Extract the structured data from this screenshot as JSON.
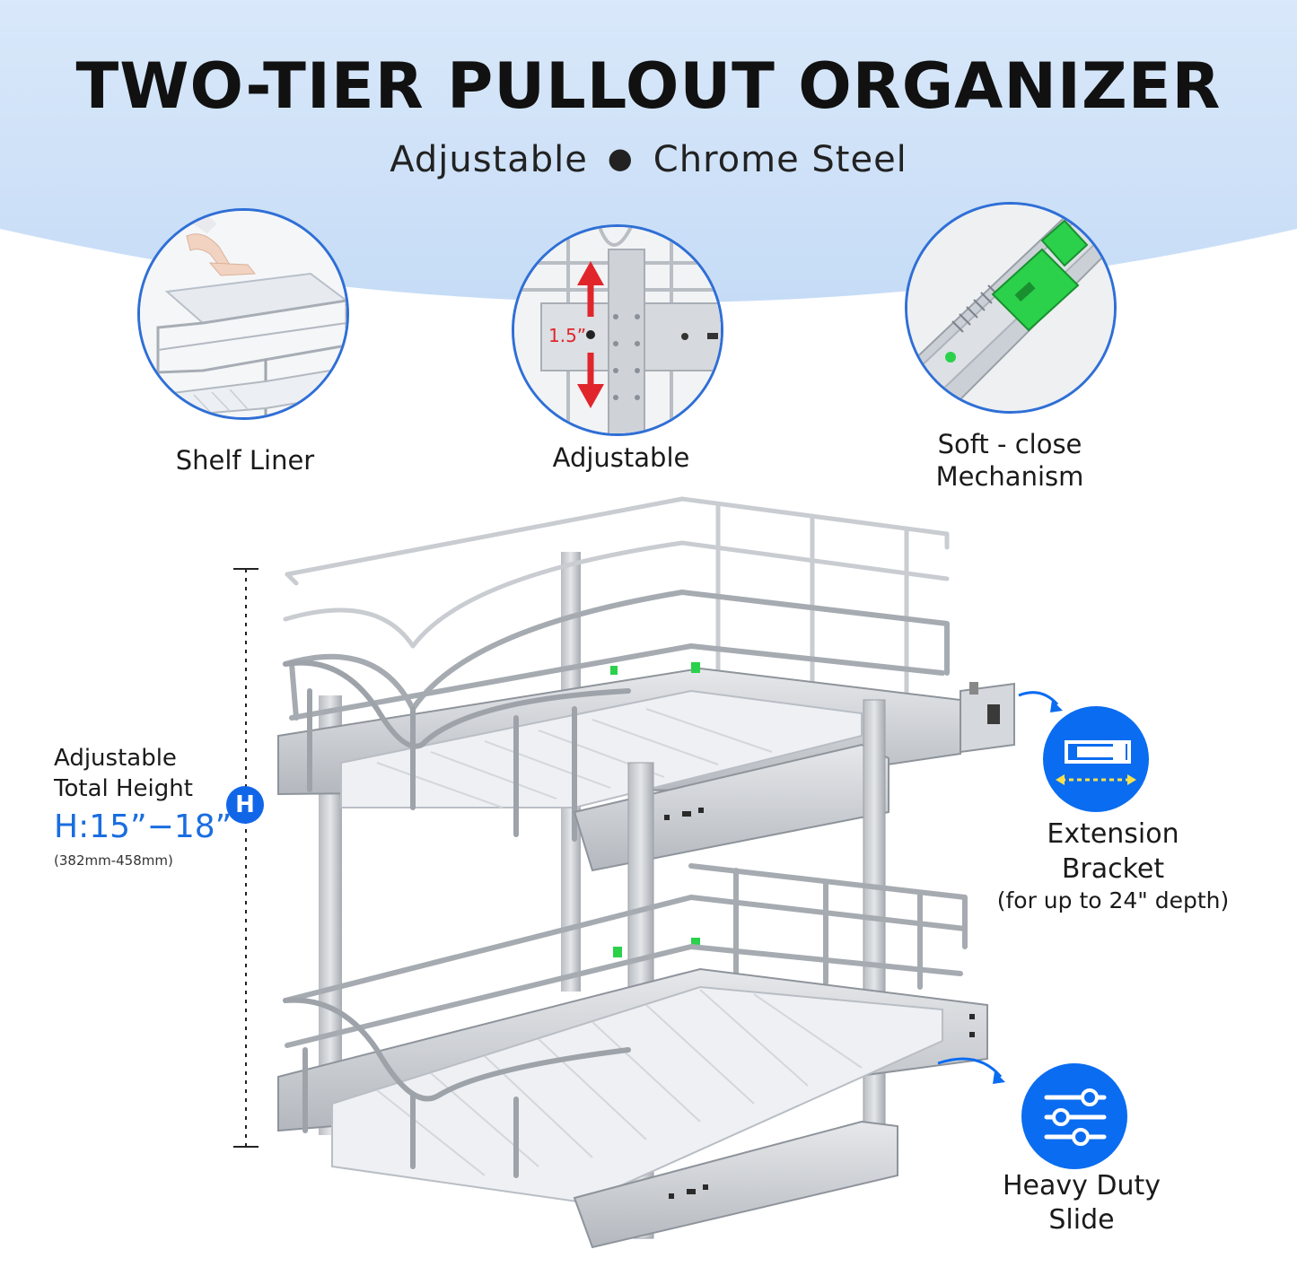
{
  "title": "TWO-TIER PULLOUT ORGANIZER",
  "subtitle": {
    "left": "Adjustable",
    "right": "Chrome Steel"
  },
  "features": [
    {
      "label": "Shelf Liner",
      "icon": "shelf-liner-photo"
    },
    {
      "label": "Adjustable",
      "icon": "adjustable-bracket-photo",
      "measurement": "1.5”"
    },
    {
      "label_line1": "Soft - close",
      "label_line2": "Mechanism",
      "icon": "soft-close-slide-photo"
    }
  ],
  "height_spec": {
    "label_line1": "Adjustable",
    "label_line2": "Total Height",
    "value": "H:15”−18”",
    "metric": "(382mm-458mm)",
    "marker": "H"
  },
  "callouts": {
    "extension": {
      "line1": "Extension",
      "line2": "Bracket",
      "line3": "(for up to 24\" depth)",
      "icon": "extension-bracket-icon"
    },
    "slide": {
      "line1": "Heavy Duty",
      "line2": "Slide",
      "icon": "sliders-icon"
    }
  },
  "colors": {
    "accent_blue": "#0a6cf0",
    "band_blue": "#cfe1f7",
    "arrow_red": "#e0262b",
    "mechanism_green": "#2bd14a"
  }
}
